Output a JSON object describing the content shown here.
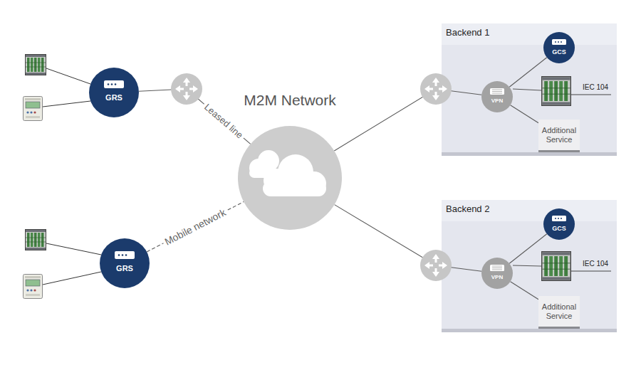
{
  "diagram": {
    "nodes": [
      {
        "text": [
          "GRS"
        ]
      },
      {
        "text": [
          "GRS"
        ]
      },
      {
        "text": [
          "M2M Network"
        ]
      },
      {
        "text": [
          "Backend 1"
        ]
      },
      {
        "text": [
          "GCS"
        ],
        "in": 3
      },
      {
        "text": [
          "VPN"
        ],
        "in": 3
      },
      {
        "text": [
          "Additional Service"
        ],
        "in": 3
      },
      {
        "text": [
          "Backend 2"
        ]
      },
      {
        "text": [
          "GCS"
        ],
        "in": 7
      },
      {
        "text": [
          "VPN"
        ],
        "in": 7
      },
      {
        "text": [
          "Additional Service"
        ],
        "in": 7
      }
    ],
    "edges": [
      {
        "from": 0,
        "to": 2,
        "label": "Leased line",
        "arrow": "none"
      },
      {
        "from": 1,
        "to": 2,
        "label": "Mobile network",
        "arrow": "none"
      },
      {
        "from": 2,
        "to": 5,
        "arrow": "none"
      },
      {
        "from": 2,
        "to": 9,
        "arrow": "none"
      },
      {
        "from": 5,
        "to": 4,
        "arrow": "none"
      },
      {
        "from": 5,
        "to": 6,
        "arrow": "none"
      },
      {
        "from": 9,
        "to": 8,
        "arrow": "none"
      },
      {
        "from": 9,
        "to": 10,
        "arrow": "none"
      }
    ],
    "labels": [
      "IEC 104",
      "IEC 104"
    ]
  }
}
